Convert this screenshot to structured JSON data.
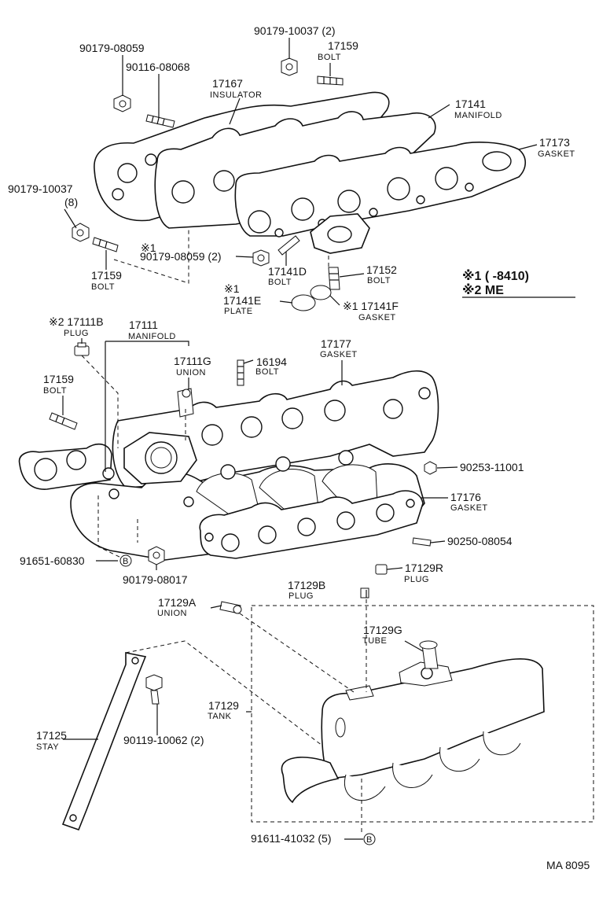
{
  "labels": {
    "p90179_08059_top": "90179-08059",
    "p90116_08068": "90116-08068",
    "p90179_10037_2": "90179-10037 (2)",
    "p17159_top": "17159",
    "bolt_top": "BOLT",
    "p17167": "17167",
    "insulator": "INSULATOR",
    "p17141": "17141",
    "manifold_top": "MANIFOLD",
    "p17173": "17173",
    "gasket_17173": "GASKET",
    "p90179_10037_8a": "90179-10037",
    "p90179_10037_8b": "(8)",
    "star1_a": "※1",
    "p90179_08059_2": "90179-08059 (2)",
    "p17159_mid": "17159",
    "bolt_mid": "BOLT",
    "p17141D": "17141D",
    "bolt_17141D": "BOLT",
    "p17152": "17152",
    "bolt_17152": "BOLT",
    "star1_b": "※1",
    "p17141E": "17141E",
    "plate": "PLATE",
    "p17141F": "※1 17141F",
    "gasket_17141F": "GASKET",
    "legend1": "※1 (      -8410)",
    "legend2": "※2 ME",
    "p17111B": "※2 17111B",
    "plug_17111B": "PLUG",
    "p17111": "17111",
    "manifold_17111": "MANIFOLD",
    "p17111G": "17111G",
    "union_17111G": "UNION",
    "p16194": "16194",
    "bolt_16194": "BOLT",
    "p17177": "17177",
    "gasket_17177": "GASKET",
    "p17159_low": "17159",
    "bolt_low": "BOLT",
    "p90253_11001": "90253-11001",
    "p17176": "17176",
    "gasket_17176": "GASKET",
    "p90250_08054": "90250-08054",
    "p91651_60830": "91651-60830",
    "b1": "B",
    "p90179_08017": "90179-08017",
    "p17129R": "17129R",
    "plug_17129R": "PLUG",
    "p17129B": "17129B",
    "plug_17129B": "PLUG",
    "p17129A": "17129A",
    "union_17129A": "UNION",
    "p17129G": "17129G",
    "tube_17129G": "TUBE",
    "p17129": "17129",
    "tank": "TANK",
    "p17125": "17125",
    "stay": "STAY",
    "p90119_10062": "90119-10062 (2)",
    "p91611_41032": "91611-41032 (5)",
    "b2": "B",
    "ref": "MA 8095"
  }
}
